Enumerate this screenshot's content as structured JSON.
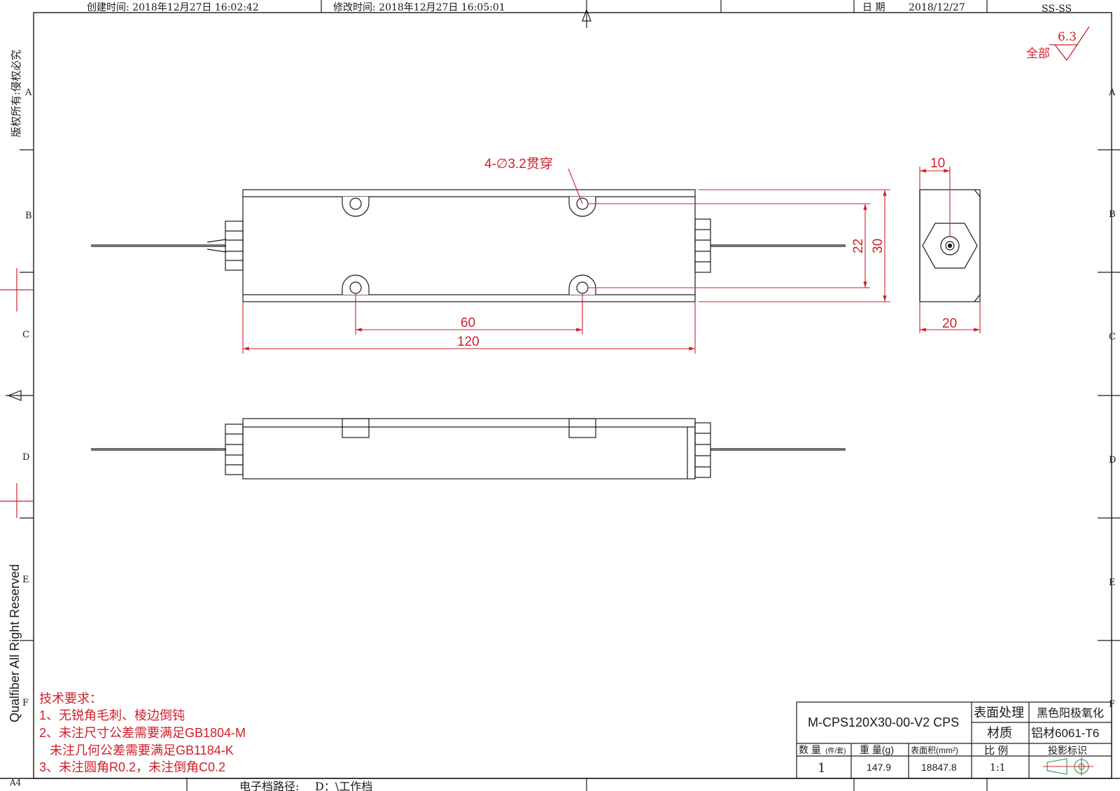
{
  "header": {
    "created": "创建时间:  2018年12月27日  16:02:42",
    "modified": "修改时间:  2018年12月27日  16:05:01",
    "date_label": "日   期",
    "date_value": "2018/12/27",
    "section": "SS-SS"
  },
  "side": {
    "copyright_cn": "版权所有:侵权必究",
    "copyright_en": "Qualfiber All Right Reserved",
    "paper": "A4"
  },
  "zones": {
    "rows": [
      "A",
      "B",
      "C",
      "D",
      "E",
      "F"
    ]
  },
  "roughness": {
    "value": "6.3",
    "label": "全部"
  },
  "dimensions": {
    "hole_note": "4-∅3.2贯穿",
    "hole_pitch": "60",
    "length": "120",
    "hole_span": "22",
    "height": "30",
    "side_small": "10",
    "side_width": "20"
  },
  "tech_requirements": {
    "title": "技术要求：",
    "items": [
      "1、无锐角毛刺、棱边倒钝",
      "2、未注尺寸公差需要满足GB1804-M",
      "   未注几何公差需要满足GB1184-K",
      "3、未注圆角R0.2，未注倒角C0.2"
    ]
  },
  "title_block": {
    "part_number": "M-CPS120X30-00-V2 CPS",
    "surface_label": "表面处理",
    "surface_value": "黑色阳极氧化",
    "material_label": "材质",
    "material_value": "铝材6061-T6",
    "qty_label": "数 量",
    "qty_unit": "(件/套)",
    "weight_label": "重 量(g)",
    "area_label": "表面积(mm²)",
    "scale_label": "比  例",
    "projection_label": "投影标识",
    "qty_value": "1",
    "weight_value": "147.9",
    "area_value": "18847.8",
    "scale_value": "1:1"
  },
  "footer": {
    "path_label": "电子档路径:",
    "path_value": "D：\\工作档"
  },
  "colors": {
    "line": "#1a1a1a",
    "dimension": "#d0202a"
  }
}
